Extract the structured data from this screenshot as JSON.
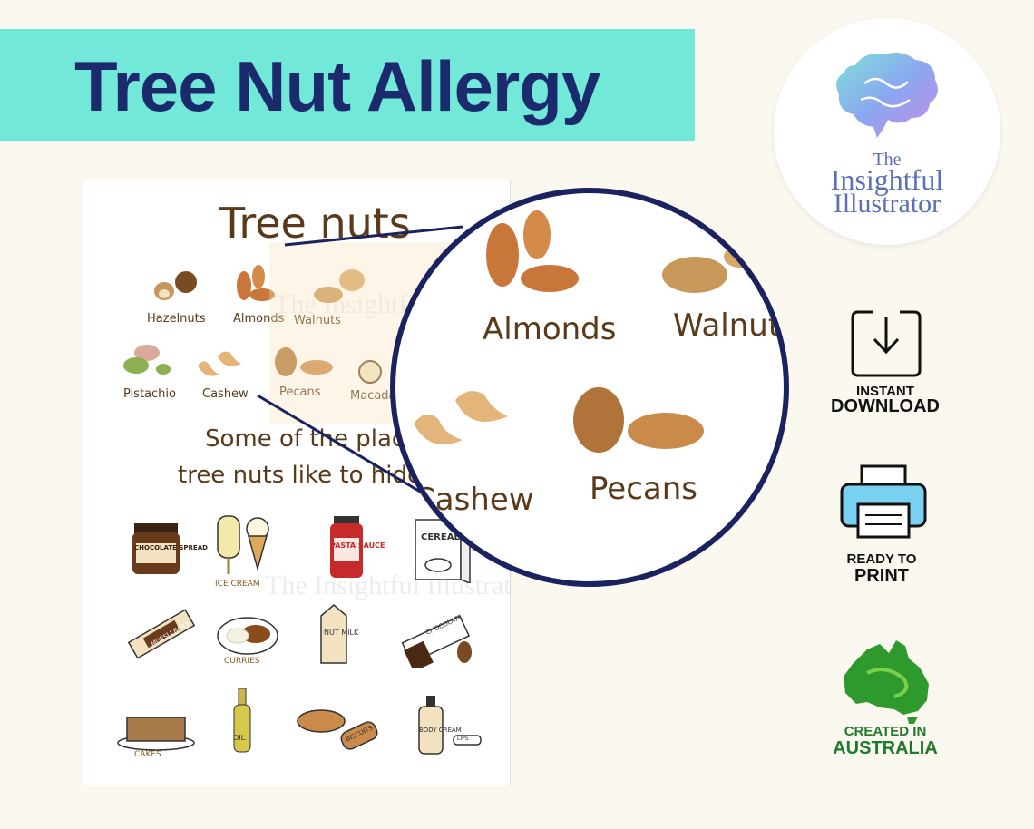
{
  "banner": {
    "title": "Tree Nut Allergy",
    "bg": "#71e8d8",
    "color": "#1a2a6c"
  },
  "logo": {
    "line1": "The",
    "line2": "Insightful",
    "line3": "Illustrator"
  },
  "poster": {
    "title": "Tree nuts",
    "nuts": [
      "Hazelnuts",
      "Almonds",
      "Walnuts",
      "Pistachio",
      "Cashew",
      "Pecans",
      "Macada"
    ],
    "subtitle_line1": "Some of the place",
    "subtitle_line2": "tree nuts like to hide",
    "foods": {
      "chocolate_spread": "CHOCOLATE SPREAD",
      "ice_cream": "ICE CREAM",
      "pasta_sauce": "PASTA SAUCE",
      "cereal": "CEREAL",
      "muesli_bars": "MUESLI BARS",
      "curries": "CURRIES",
      "nut_milk": "NUT MILK",
      "chocolate": "CHOCOLATE",
      "cakes": "CAKES",
      "oil": "OIL",
      "biscuits": "BISCUITS",
      "body_cream": "BODY CREAM",
      "lips": "LIPS"
    },
    "watermark": "The Insightful Illustrator"
  },
  "zoom": {
    "labels": [
      "Almonds",
      "Walnuts",
      "Cashew",
      "Pecans"
    ],
    "border": "#1a2260"
  },
  "badges": {
    "download": {
      "line1": "INSTANT",
      "line2": "DOWNLOAD",
      "icon": "download-icon"
    },
    "print": {
      "line1": "READY TO",
      "line2": "PRINT",
      "icon": "printer-icon"
    },
    "australia": {
      "line1": "CREATED IN",
      "line2": "AUSTRALIA",
      "icon": "australia-map-icon",
      "color": "#1f7a2a"
    }
  }
}
